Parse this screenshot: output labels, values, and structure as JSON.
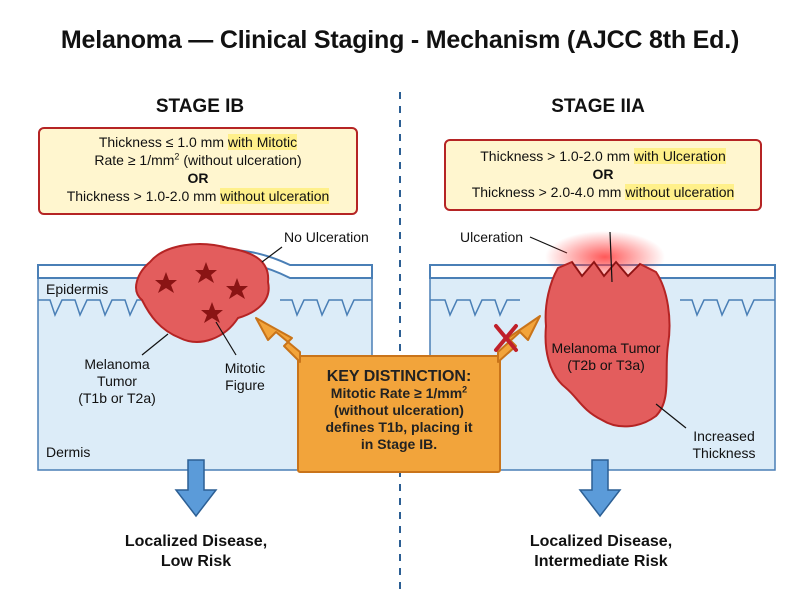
{
  "title": "Melanoma — Clinical Staging - Mechanism (AJCC 8th Ed.)",
  "left": {
    "heading": "STAGE IB",
    "criteria": {
      "line1_pre": "Thickness ≤ 1.0 mm ",
      "line1_hl": "with Mitotic",
      "line2": "Rate ≥ 1/mm",
      "line2_sup": "2",
      "line2_post": " (without ulceration)",
      "or": "OR",
      "line3_pre": "Thickness > 1.0-2.0 mm ",
      "line3_hl": "without ulceration"
    },
    "labels": {
      "no_ulceration": "No Ulceration",
      "epidermis": "Epidermis",
      "tumor_l1": "Melanoma",
      "tumor_l2": "Tumor",
      "tumor_l3": "(T1b or T2a)",
      "mitotic_l1": "Mitotic",
      "mitotic_l2": "Figure",
      "dermis": "Dermis"
    },
    "outcome_l1": "Localized Disease,",
    "outcome_l2": "Low Risk"
  },
  "right": {
    "heading": "STAGE IIA",
    "criteria": {
      "line1_pre": "Thickness > 1.0-2.0 mm ",
      "line1_hl": "with Ulceration",
      "or": "OR",
      "line2_pre": "Thickness > 2.0-4.0 mm ",
      "line2_hl": "without ulceration"
    },
    "labels": {
      "ulceration": "Ulceration",
      "tumor_l1": "Melanoma Tumor",
      "tumor_l2": "(T2b or T3a)",
      "increased_l1": "Increased",
      "increased_l2": "Thickness"
    },
    "outcome_l1": "Localized Disease,",
    "outcome_l2": "Intermediate Risk"
  },
  "key": {
    "head": "KEY DISTINCTION:",
    "l1": "Mitotic Rate ≥ 1/mm",
    "l1_sup": "2",
    "l2": "(without ulceration)",
    "l3": "defines T1b, placing it",
    "l4": "in Stage IB."
  },
  "colors": {
    "skin_fill": "#dcecf8",
    "epidermis_line": "#4a7fb6",
    "tumor_fill": "#e35d5d",
    "tumor_stroke": "#b52424",
    "arrow_orange": "#f2a43b",
    "arrow_blue": "#5b9bd9",
    "box_fill": "#fff6cf"
  }
}
